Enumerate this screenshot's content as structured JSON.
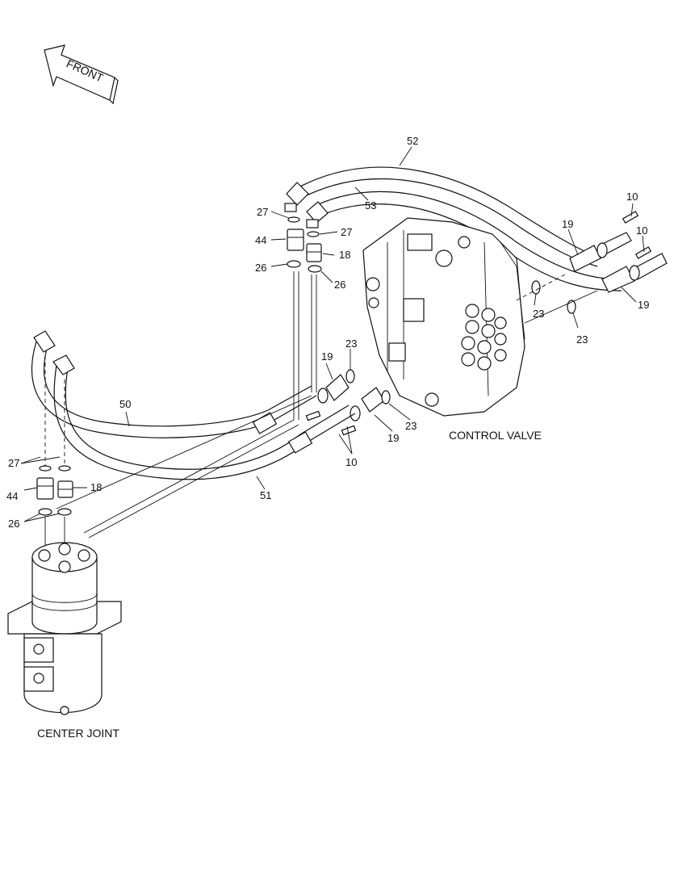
{
  "front_arrow": {
    "text": "FRONT"
  },
  "captions": {
    "control_valve": "CONTROL VALVE",
    "center_joint": "CENTER JOINT"
  },
  "callouts": {
    "c52": "52",
    "c53": "53",
    "c27a": "27",
    "c27b": "27",
    "c44a": "44",
    "c18a": "18",
    "c26a": "26",
    "c26b": "26",
    "c10a": "10",
    "c10b": "10",
    "c19a": "19",
    "c19b": "19",
    "c23a": "23",
    "c23b": "23",
    "c19c": "19",
    "c23c": "23",
    "c23d": "23",
    "c19d": "19",
    "c50": "50",
    "c10c": "10",
    "c27c": "27",
    "c44b": "44",
    "c18b": "18",
    "c51": "51",
    "c26c": "26"
  }
}
